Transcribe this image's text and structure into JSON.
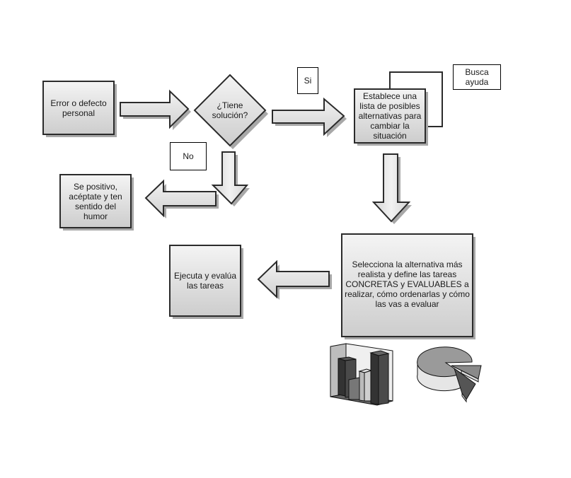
{
  "diagram": {
    "nodes": {
      "error": {
        "label": "Error o defecto personal",
        "shape": "process"
      },
      "decision": {
        "label": "¿Tiene solución?",
        "shape": "decision"
      },
      "alternatives": {
        "label": "Establece una lista de posibles alternativas para cambiar la situación",
        "shape": "process"
      },
      "positive": {
        "label": "Se positivo, acéptate y ten sentido del humor",
        "shape": "process"
      },
      "select": {
        "label": "Selecciona la alternativa más realista y define las tareas CONCRETAS y EVALUABLES a realizar, cómo ordenarlas y cómo las vas a evaluar",
        "shape": "process"
      },
      "execute": {
        "label": "Ejecuta y evalúa las tareas",
        "shape": "process"
      }
    },
    "labels": {
      "yes": "Si",
      "no": "No",
      "help": "Busca ayuda"
    },
    "edges": [
      {
        "from": "error",
        "to": "decision",
        "direction": "right"
      },
      {
        "from": "decision",
        "to": "alternatives",
        "direction": "right",
        "label": "Si"
      },
      {
        "from": "decision",
        "to": "positive",
        "direction": "down-left",
        "label": "No"
      },
      {
        "from": "alternatives",
        "to": "alternatives",
        "type": "loop",
        "label": "Busca ayuda"
      },
      {
        "from": "alternatives",
        "to": "select",
        "direction": "down"
      },
      {
        "from": "select",
        "to": "execute",
        "direction": "left"
      }
    ],
    "clipart": [
      "bar-chart-3d-icon",
      "pie-chart-3d-icon"
    ]
  },
  "colors": {
    "fill_top": "#f2f2f2",
    "fill_bottom": "#cfcfcf",
    "stroke": "#2b2b2b",
    "shadow": "#9a9a9a"
  }
}
